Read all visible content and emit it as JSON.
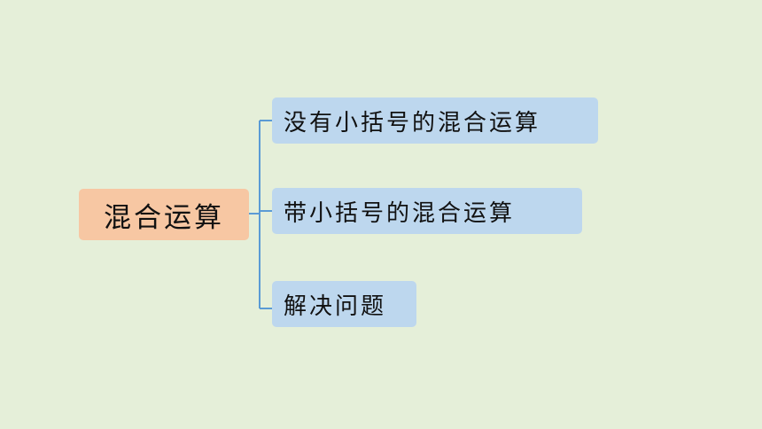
{
  "mindmap": {
    "root": {
      "label": "混合运算"
    },
    "branches": [
      {
        "label": "没有小括号的混合运算"
      },
      {
        "label": "带小括号的混合运算"
      },
      {
        "label": "解决问题"
      }
    ]
  },
  "colors": {
    "background": "#e5efd9",
    "root_fill": "#f7c7a3",
    "branch_fill": "#bdd7ee",
    "connector": "#5b9bd5"
  }
}
